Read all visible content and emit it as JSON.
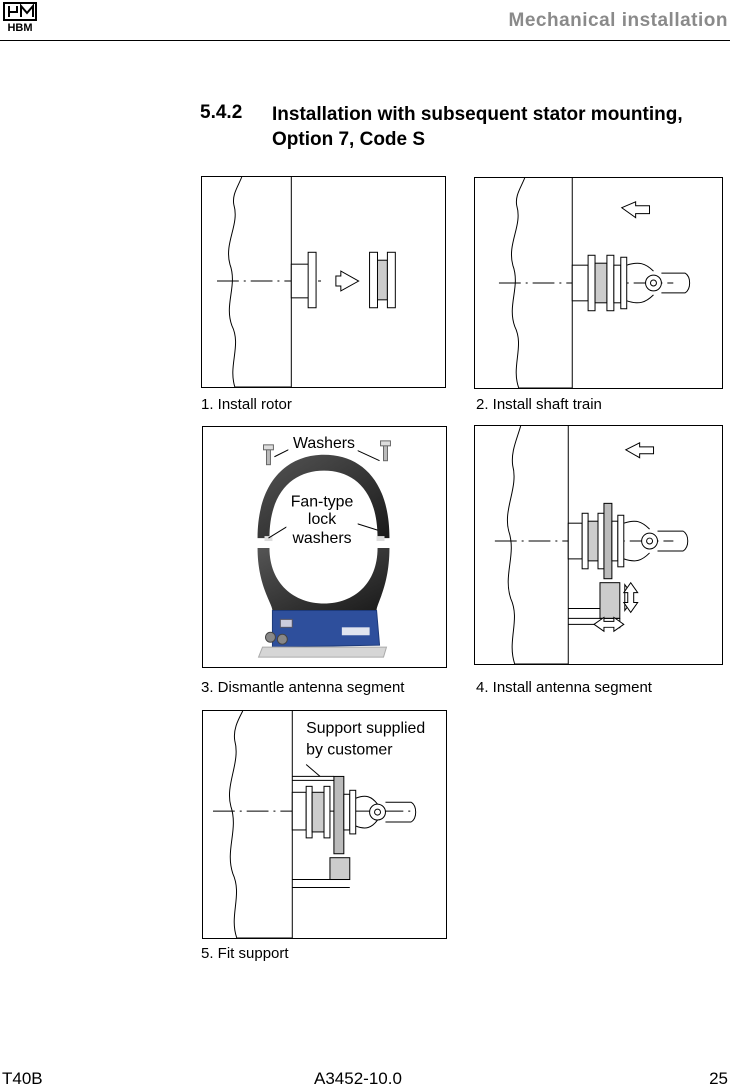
{
  "header": {
    "logo_text": "HBM",
    "title": "Mechanical installation"
  },
  "section": {
    "number": "5.4.2",
    "title": "Installation with subsequent stator mounting, Option 7, Code S"
  },
  "figures": [
    {
      "caption": "1. Install rotor"
    },
    {
      "caption": "2. Install shaft train"
    },
    {
      "caption": "3. Dismantle antenna segment",
      "labels": {
        "washers": "Washers",
        "fan_line1": "Fan-type",
        "fan_line2": "lock",
        "fan_line3": "washers"
      }
    },
    {
      "caption": "4. Install antenna segment"
    },
    {
      "caption": "5. Fit support",
      "labels": {
        "support_line1": "Support supplied",
        "support_line2": "by customer"
      }
    }
  ],
  "footer": {
    "left": "T40B",
    "center": "A3452-10.0",
    "right": "25"
  }
}
